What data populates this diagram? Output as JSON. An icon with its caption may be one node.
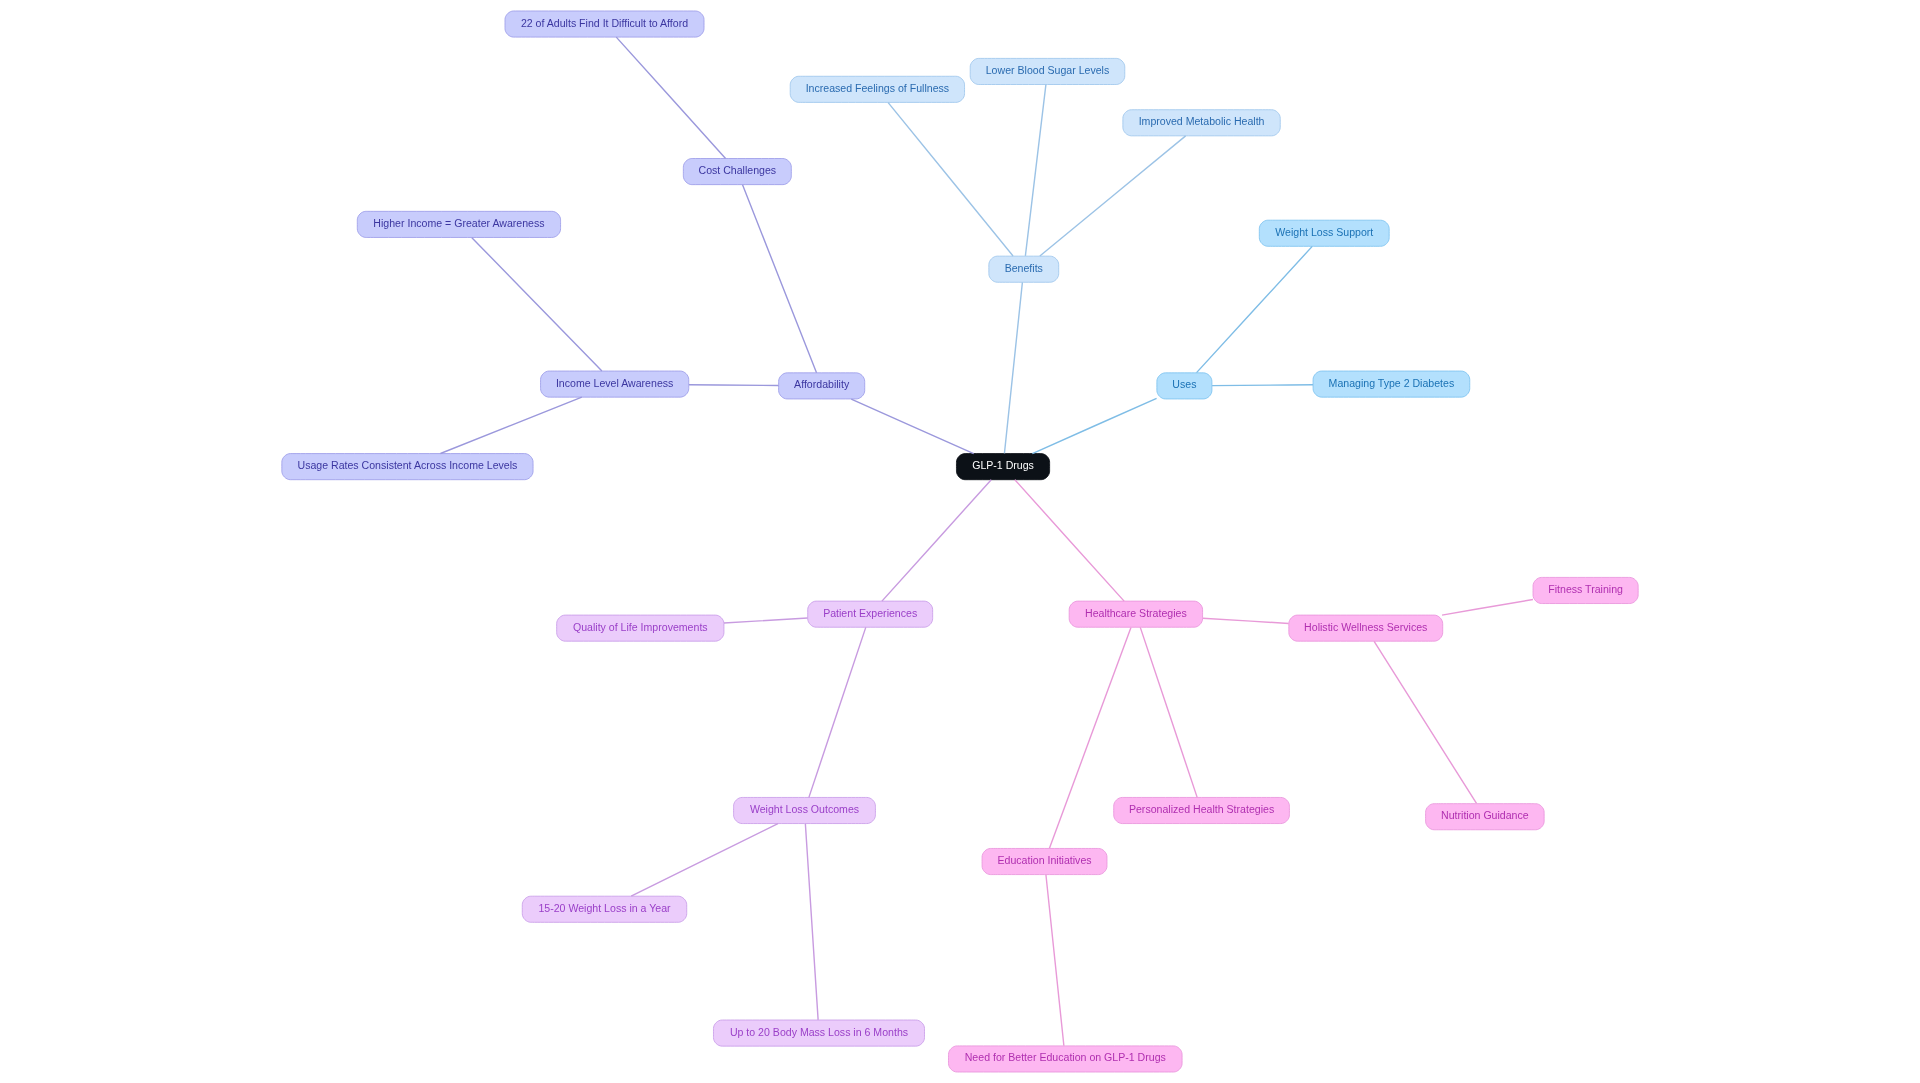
{
  "diagram": {
    "nodes": [
      {
        "text": [
          "GLP-1 Drugs"
        ]
      },
      {
        "text": [
          "Uses"
        ]
      },
      {
        "text": [
          "Managing Type 2 Diabetes"
        ]
      },
      {
        "text": [
          "Weight Loss Support"
        ]
      },
      {
        "text": [
          "Benefits"
        ]
      },
      {
        "text": [
          "Improved Metabolic Health"
        ]
      },
      {
        "text": [
          "Lower Blood Sugar Levels"
        ]
      },
      {
        "text": [
          "Increased Feelings of Fullness"
        ]
      },
      {
        "text": [
          "Affordability"
        ]
      },
      {
        "text": [
          "Cost Challenges"
        ]
      },
      {
        "text": [
          "22 of Adults Find It Difficult to Afford"
        ]
      },
      {
        "text": [
          "Income Level Awareness"
        ]
      },
      {
        "text": [
          "Higher Income = Greater Awareness"
        ]
      },
      {
        "text": [
          "Usage Rates Consistent Across Income Levels"
        ]
      },
      {
        "text": [
          "Patient Experiences"
        ]
      },
      {
        "text": [
          "Quality of Life Improvements"
        ]
      },
      {
        "text": [
          "Weight Loss Outcomes"
        ]
      },
      {
        "text": [
          "15-20 Weight Loss in a Year"
        ]
      },
      {
        "text": [
          "Up to 20 Body Mass Loss in 6 Months"
        ]
      },
      {
        "text": [
          "Healthcare Strategies"
        ]
      },
      {
        "text": [
          "Education Initiatives"
        ]
      },
      {
        "text": [
          "Need for Better Education on GLP-1 Drugs"
        ]
      },
      {
        "text": [
          "Personalized Health Strategies"
        ]
      },
      {
        "text": [
          "Holistic Wellness Services"
        ]
      },
      {
        "text": [
          "Nutrition Guidance"
        ]
      },
      {
        "text": [
          "Fitness Training"
        ]
      }
    ],
    "edges": [
      {
        "from": 0,
        "to": 1,
        "arrow": "none",
        "color": "#7fbde6"
      },
      {
        "from": 1,
        "to": 2,
        "arrow": "none",
        "color": "#7fbde6"
      },
      {
        "from": 1,
        "to": 3,
        "arrow": "none",
        "color": "#7fbde6"
      },
      {
        "from": 0,
        "to": 4,
        "arrow": "none",
        "color": "#9cc3e6"
      },
      {
        "from": 4,
        "to": 5,
        "arrow": "none",
        "color": "#9cc3e6"
      },
      {
        "from": 4,
        "to": 6,
        "arrow": "none",
        "color": "#9cc3e6"
      },
      {
        "from": 4,
        "to": 7,
        "arrow": "none",
        "color": "#9cc3e6"
      },
      {
        "from": 0,
        "to": 8,
        "arrow": "none",
        "color": "#9b98dc"
      },
      {
        "from": 8,
        "to": 9,
        "arrow": "none",
        "color": "#9b98dc"
      },
      {
        "from": 9,
        "to": 10,
        "arrow": "none",
        "color": "#9b98dc"
      },
      {
        "from": 8,
        "to": 11,
        "arrow": "none",
        "color": "#9b98dc"
      },
      {
        "from": 11,
        "to": 12,
        "arrow": "none",
        "color": "#9b98dc"
      },
      {
        "from": 11,
        "to": 13,
        "arrow": "none",
        "color": "#9b98dc"
      },
      {
        "from": 0,
        "to": 14,
        "arrow": "none",
        "color": "#c89be0"
      },
      {
        "from": 14,
        "to": 15,
        "arrow": "none",
        "color": "#c89be0"
      },
      {
        "from": 14,
        "to": 16,
        "arrow": "none",
        "color": "#c89be0"
      },
      {
        "from": 16,
        "to": 17,
        "arrow": "none",
        "color": "#c89be0"
      },
      {
        "from": 16,
        "to": 18,
        "arrow": "none",
        "color": "#c89be0"
      },
      {
        "from": 0,
        "to": 19,
        "arrow": "none",
        "color": "#e89ad8"
      },
      {
        "from": 19,
        "to": 20,
        "arrow": "none",
        "color": "#e89ad8"
      },
      {
        "from": 20,
        "to": 21,
        "arrow": "none",
        "color": "#e89ad8"
      },
      {
        "from": 19,
        "to": 22,
        "arrow": "none",
        "color": "#e89ad8"
      },
      {
        "from": 19,
        "to": 23,
        "arrow": "none",
        "color": "#e89ad8"
      },
      {
        "from": 23,
        "to": 24,
        "arrow": "none",
        "color": "#e89ad8"
      },
      {
        "from": 23,
        "to": 25,
        "arrow": "none",
        "color": "#e89ad8"
      }
    ]
  }
}
